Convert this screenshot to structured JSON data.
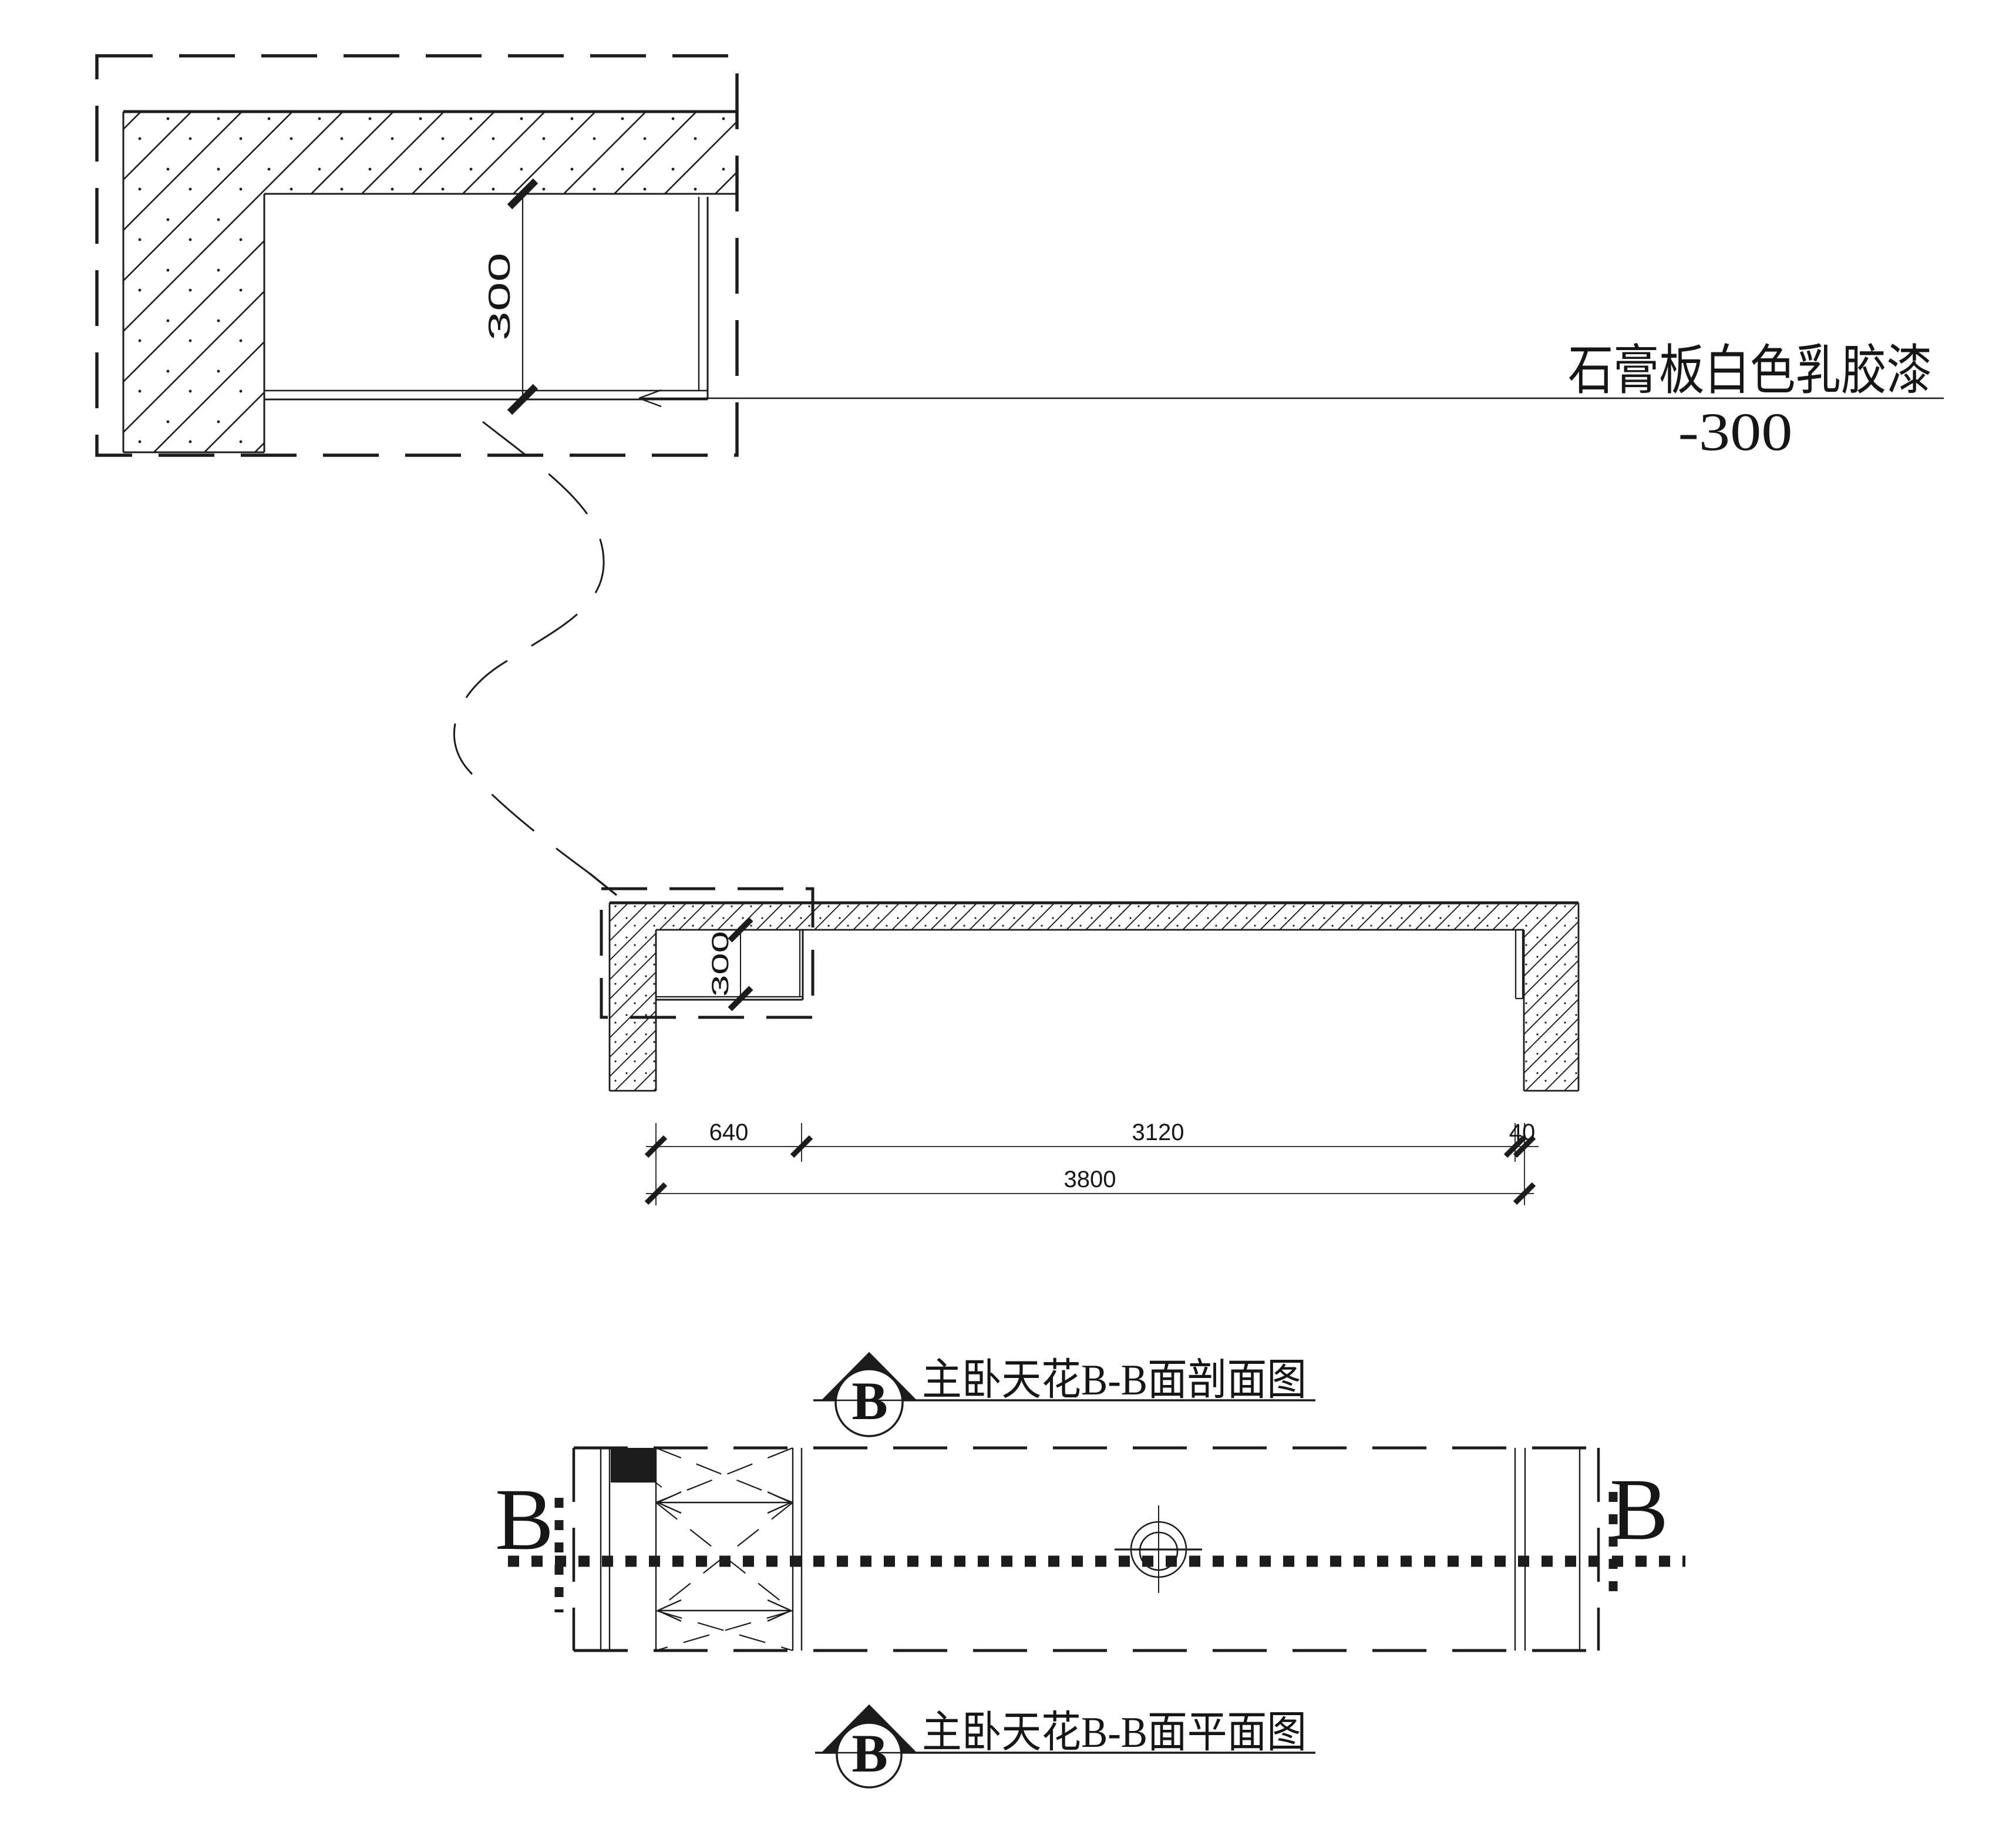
{
  "drawing": {
    "detail": {
      "recess_depth": "300",
      "material_label": "石膏板白色乳胶漆",
      "level_offset": "-300"
    },
    "section": {
      "recess_depth": "300",
      "dim_left": "640",
      "dim_middle": "3120",
      "dim_right": "40",
      "dim_total": "3800",
      "marker_letter": "B",
      "title": "主卧天花B-B面剖面图"
    },
    "plan": {
      "marker_letter_left": "B",
      "marker_letter_right": "B",
      "marker_letter": "B",
      "title": "主卧天花B-B面平面图"
    },
    "colors": {
      "ink": "#1c1c1c",
      "paper": "#ffffff"
    }
  }
}
